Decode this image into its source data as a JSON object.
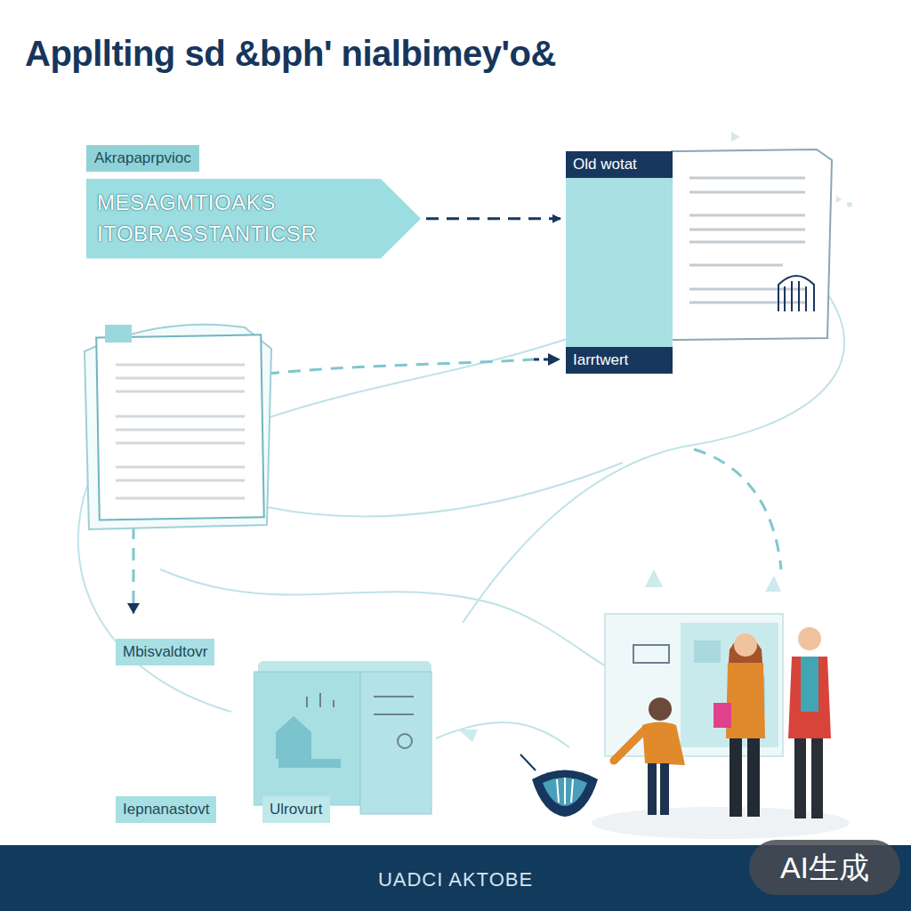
{
  "diagram": {
    "title": "Appllting sd &bph' nialbimey'o&",
    "nodes": [
      {
        "text": [
          "Akrapaprpvioc",
          "MESAGMTIOAKS ITOBRASSTANTICSR"
        ]
      },
      {
        "text": [
          "Old wotat",
          "Iarrtwert"
        ]
      },
      {
        "text": [
          "Mbisvaldtovr",
          "Iepnanastovt",
          "Ulrovurt"
        ]
      }
    ],
    "edges": [
      {
        "from": 0,
        "to": 1,
        "arrow": "to"
      }
    ],
    "labels": [
      "UADCI AKTOBE",
      "AI生成"
    ]
  }
}
